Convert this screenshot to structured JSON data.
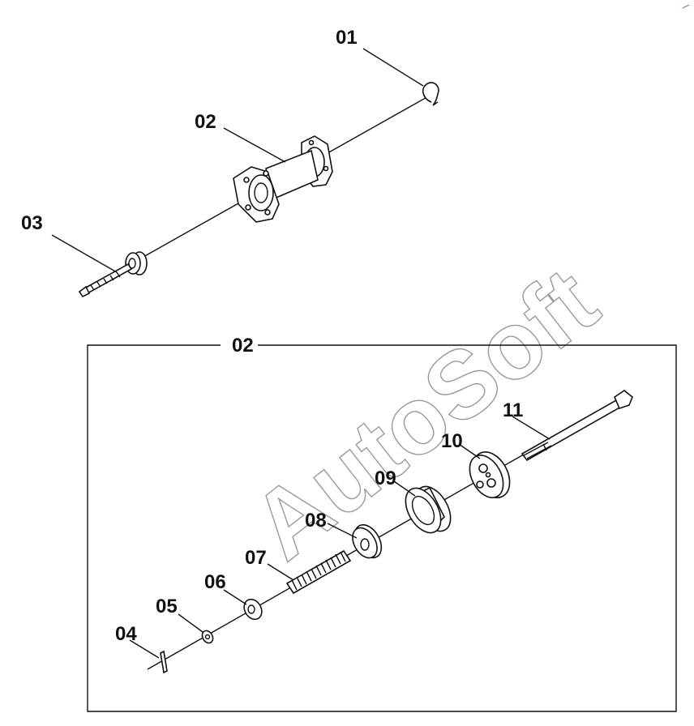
{
  "labels": {
    "p01": "01",
    "p02_top": "02",
    "p03": "03",
    "p02_box": "02",
    "p04": "04",
    "p05": "05",
    "p06": "06",
    "p07": "07",
    "p08": "08",
    "p09": "09",
    "p10": "10",
    "p11": "11"
  },
  "watermark": "AutoSoft",
  "colors": {
    "line": "#111111",
    "watermark": "#9a9a9a",
    "background": "#ffffff"
  }
}
